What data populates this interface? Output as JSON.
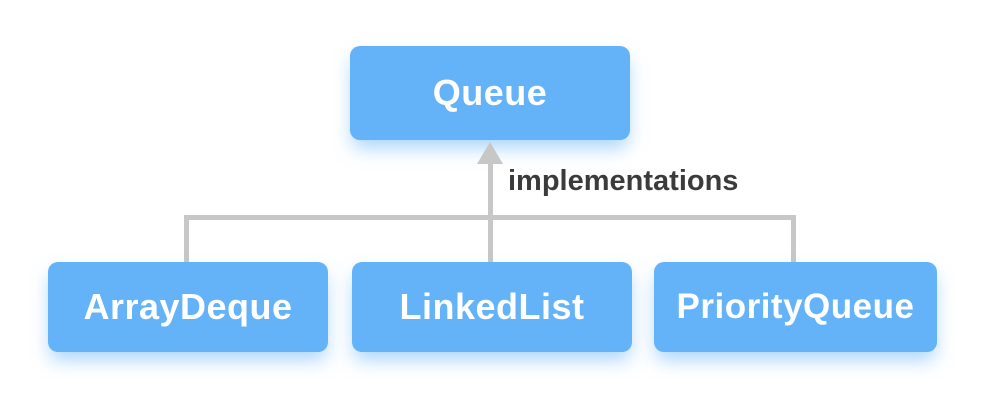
{
  "diagram": {
    "root": {
      "label": "Queue"
    },
    "edge_label": "implementations",
    "children": [
      {
        "label": "ArrayDeque"
      },
      {
        "label": "LinkedList"
      },
      {
        "label": "PriorityQueue"
      }
    ],
    "colors": {
      "node_fill": "#64b2f8",
      "node_text": "#ffffff",
      "connector": "#c7c7c7",
      "edge_label_text": "#3b3b3b",
      "background": "#ffffff"
    }
  }
}
